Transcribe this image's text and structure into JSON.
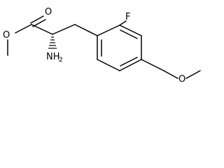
{
  "molecule": {
    "atoms": {
      "ester_carbonyl_oxygen": "O",
      "ester_oxygen": "O",
      "fluorine": "F",
      "amine_nitrogen": "NH",
      "amine_h_count": "2",
      "methoxy_oxygen": "O"
    },
    "colors": {
      "bond": "#000000",
      "label": "#000000",
      "background": "#ffffff"
    }
  }
}
